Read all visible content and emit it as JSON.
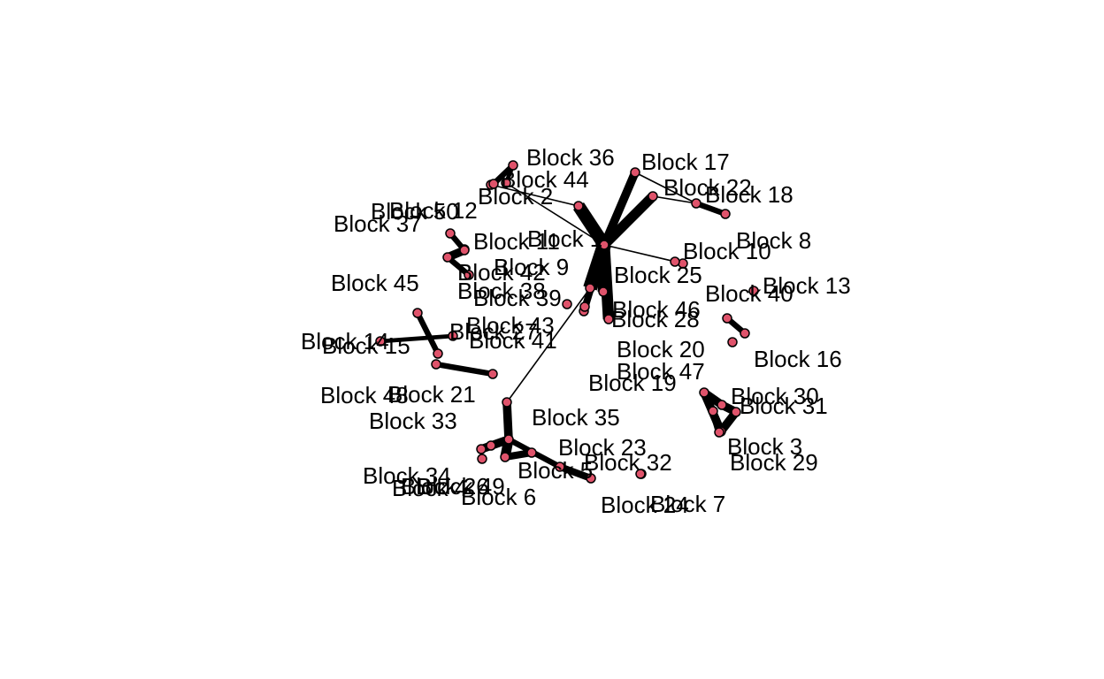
{
  "colors": {
    "background": "#ffffff",
    "node_fill": "#df536b",
    "node_stroke": "#000000",
    "edge": "#000000",
    "label": "#000000"
  },
  "graph": {
    "type": "network",
    "nodes": [
      {
        "id": 1,
        "label": "Block 1"
      },
      {
        "id": 2,
        "label": "Block 2"
      },
      {
        "id": 3,
        "label": "Block 3"
      },
      {
        "id": 4,
        "label": "Block 4"
      },
      {
        "id": 5,
        "label": "Block 5"
      },
      {
        "id": 6,
        "label": "Block 6"
      },
      {
        "id": 7,
        "label": "Block 7"
      },
      {
        "id": 8,
        "label": "Block 8"
      },
      {
        "id": 9,
        "label": "Block 9"
      },
      {
        "id": 10,
        "label": "Block 10"
      },
      {
        "id": 11,
        "label": "Block 11"
      },
      {
        "id": 12,
        "label": "Block 12"
      },
      {
        "id": 13,
        "label": "Block 13"
      },
      {
        "id": 14,
        "label": "Block 14"
      },
      {
        "id": 15,
        "label": "Block 15"
      },
      {
        "id": 16,
        "label": "Block 16"
      },
      {
        "id": 17,
        "label": "Block 17"
      },
      {
        "id": 18,
        "label": "Block 18"
      },
      {
        "id": 19,
        "label": "Block 19"
      },
      {
        "id": 20,
        "label": "Block 20"
      },
      {
        "id": 21,
        "label": "Block 21"
      },
      {
        "id": 22,
        "label": "Block 22"
      },
      {
        "id": 23,
        "label": "Block 23"
      },
      {
        "id": 24,
        "label": "Block 24"
      },
      {
        "id": 25,
        "label": "Block 25"
      },
      {
        "id": 26,
        "label": "Block 26"
      },
      {
        "id": 27,
        "label": "Block 27"
      },
      {
        "id": 28,
        "label": "Block 28"
      },
      {
        "id": 29,
        "label": "Block 29"
      },
      {
        "id": 30,
        "label": "Block 30"
      },
      {
        "id": 31,
        "label": "Block 31"
      },
      {
        "id": 32,
        "label": "Block 32"
      },
      {
        "id": 33,
        "label": "Block 33"
      },
      {
        "id": 34,
        "label": "Block 34"
      },
      {
        "id": 35,
        "label": "Block 35"
      },
      {
        "id": 36,
        "label": "Block 36"
      },
      {
        "id": 37,
        "label": "Block 37"
      },
      {
        "id": 38,
        "label": "Block 38"
      },
      {
        "id": 39,
        "label": "Block 39"
      },
      {
        "id": 40,
        "label": "Block 40"
      },
      {
        "id": 41,
        "label": "Block 41"
      },
      {
        "id": 42,
        "label": "Block 42"
      },
      {
        "id": 43,
        "label": "Block 43"
      },
      {
        "id": 44,
        "label": "Block 44"
      },
      {
        "id": 45,
        "label": "Block 45"
      },
      {
        "id": 46,
        "label": "Block 46"
      },
      {
        "id": 47,
        "label": "Block 47"
      },
      {
        "id": 48,
        "label": "Block 48"
      },
      {
        "id": 49,
        "label": "Block 49"
      },
      {
        "id": 50,
        "label": "Block 50"
      }
    ],
    "edges": [
      {
        "source": 1,
        "target": 9,
        "weight": 10
      },
      {
        "source": 1,
        "target": 11,
        "weight": 9
      },
      {
        "source": 1,
        "target": 46,
        "weight": 8
      },
      {
        "source": 1,
        "target": 28,
        "weight": 8
      },
      {
        "source": 1,
        "target": 35,
        "weight": 5
      },
      {
        "source": 1,
        "target": 22,
        "weight": 7
      },
      {
        "source": 1,
        "target": 17,
        "weight": 6
      },
      {
        "source": 1,
        "target": 10,
        "weight": 1
      },
      {
        "source": 11,
        "target": 12,
        "weight": 1
      },
      {
        "source": 36,
        "target": 44,
        "weight": 4
      },
      {
        "source": 36,
        "target": 2,
        "weight": 3
      },
      {
        "source": 2,
        "target": 1,
        "weight": 1
      },
      {
        "source": 17,
        "target": 18,
        "weight": 1
      },
      {
        "source": 18,
        "target": 8,
        "weight": 4
      },
      {
        "source": 22,
        "target": 18,
        "weight": 1
      },
      {
        "source": 10,
        "target": 25,
        "weight": 4
      },
      {
        "source": 37,
        "target": 50,
        "weight": 4
      },
      {
        "source": 50,
        "target": 42,
        "weight": 6
      },
      {
        "source": 42,
        "target": 38,
        "weight": 4
      },
      {
        "source": 45,
        "target": 15,
        "weight": 4
      },
      {
        "source": 14,
        "target": 27,
        "weight": 3
      },
      {
        "source": 21,
        "target": 41,
        "weight": 4
      },
      {
        "source": 9,
        "target": 33,
        "weight": 1
      },
      {
        "source": 20,
        "target": 16,
        "weight": 4
      },
      {
        "source": 47,
        "target": 29,
        "weight": 5
      },
      {
        "source": 19,
        "target": 30,
        "weight": 6
      },
      {
        "source": 30,
        "target": 31,
        "weight": 6
      },
      {
        "source": 31,
        "target": 3,
        "weight": 6
      },
      {
        "source": 19,
        "target": 3,
        "weight": 6
      },
      {
        "source": 33,
        "target": 5,
        "weight": 6
      },
      {
        "source": 5,
        "target": 6,
        "weight": 7
      },
      {
        "source": 5,
        "target": 34,
        "weight": 6
      },
      {
        "source": 6,
        "target": 49,
        "weight": 5
      },
      {
        "source": 5,
        "target": 23,
        "weight": 4
      },
      {
        "source": 23,
        "target": 32,
        "weight": 5
      }
    ]
  }
}
